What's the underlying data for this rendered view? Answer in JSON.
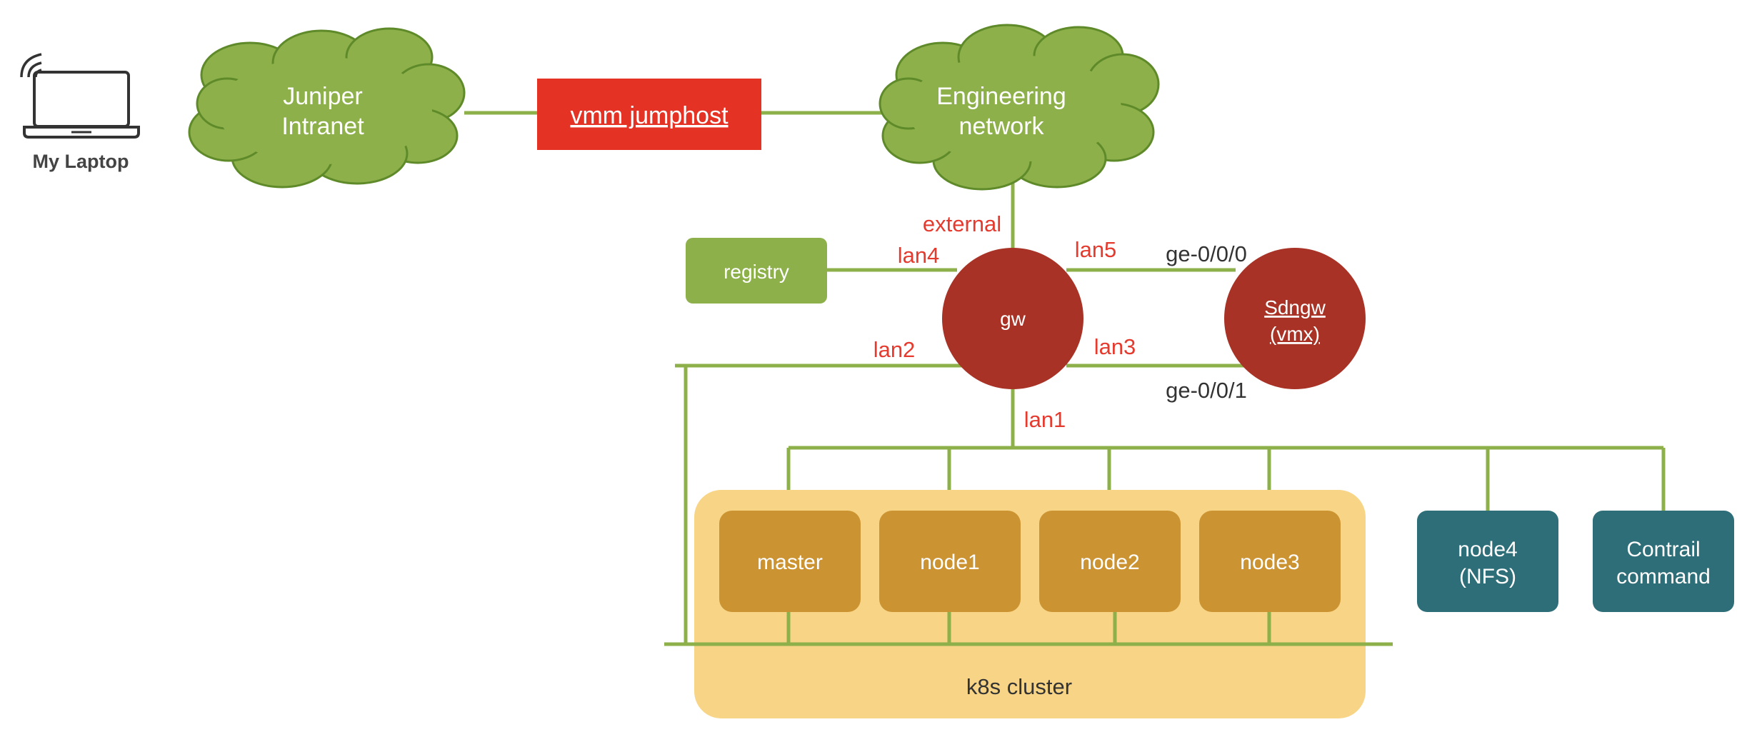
{
  "colors": {
    "line": "#8db04a",
    "cloud": "#8db04a",
    "cloud_stroke": "#5f8a2a",
    "jumphost": "#e43325",
    "router": "#a83226",
    "cluster_bg": "#f8d586",
    "node": "#cb9331",
    "teal": "#2e6e78",
    "port_label": "#e53a2e",
    "iface_label": "#333333"
  },
  "laptop": {
    "icon": "laptop-wifi-icon",
    "label": "My Laptop"
  },
  "clouds": {
    "juniper": {
      "line1": "Juniper",
      "line2": "Intranet"
    },
    "engineering": {
      "line1": "Engineering",
      "line2": "network"
    }
  },
  "jumphost": {
    "label": "vmm jumphost"
  },
  "registry": {
    "label": "registry"
  },
  "gw": {
    "label": "gw"
  },
  "sdngw": {
    "line1": "Sdngw",
    "line2": "(vmx)"
  },
  "ports": {
    "external": "external",
    "lan1": "lan1",
    "lan2": "lan2",
    "lan3": "lan3",
    "lan4": "lan4",
    "lan5": "lan5"
  },
  "interfaces": {
    "ge0": "ge-0/0/0",
    "ge1": "ge-0/0/1"
  },
  "cluster": {
    "label": "k8s cluster",
    "nodes": [
      "master",
      "node1",
      "node2",
      "node3"
    ]
  },
  "node4": {
    "line1": "node4",
    "line2": "(NFS)"
  },
  "contrail": {
    "line1": "Contrail",
    "line2": "command"
  }
}
